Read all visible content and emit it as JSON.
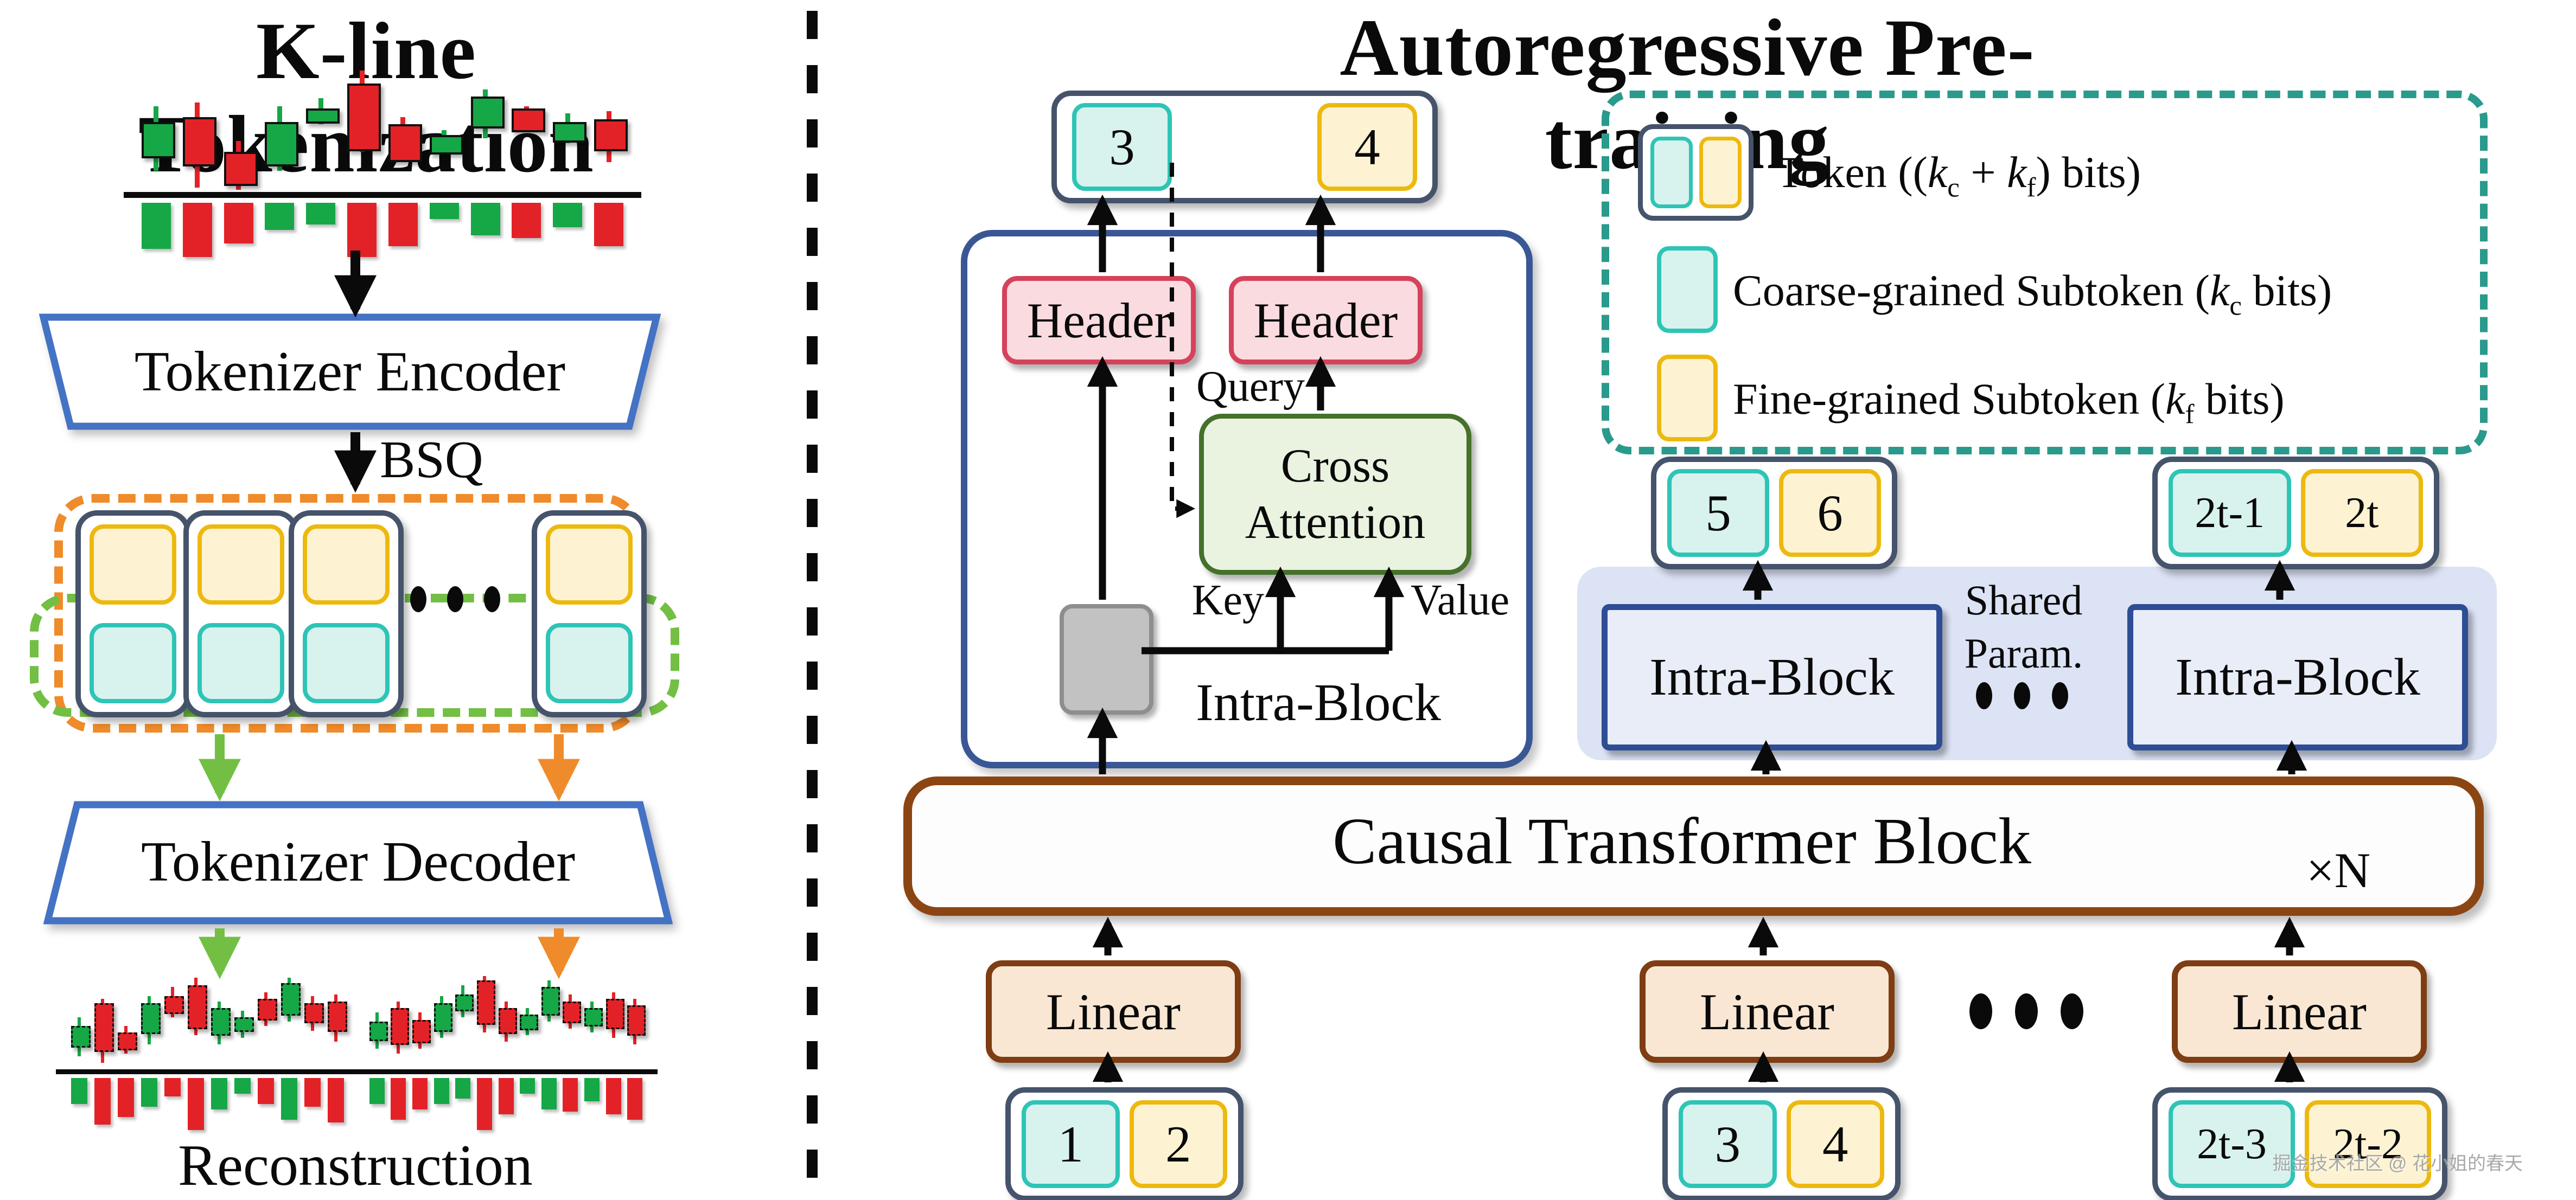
{
  "left_panel": {
    "title": "K-line Tokenization",
    "encoder_label": "Tokenizer Encoder",
    "bsq_label": "BSQ",
    "decoder_label": "Tokenizer Decoder",
    "reconstruction_label": "Reconstruction"
  },
  "right_panel": {
    "title": "Autoregressive Pre-training",
    "output_token": {
      "coarse": "3",
      "fine": "4"
    },
    "header_left_label": "Header",
    "header_right_label": "Header",
    "cross_attention_label": "Cross Attention",
    "query_label": "Query",
    "key_label": "Key",
    "value_label": "Value",
    "intra_block_label": "Intra-Block",
    "shared_param_line1": "Shared",
    "shared_param_line2": "Param.",
    "intra_block_left_label": "Intra-Block",
    "intra_block_right_label": "Intra-Block",
    "causal_block_label": "Causal Transformer Block",
    "repeat_label": "×N",
    "linear_labels": [
      "Linear",
      "Linear",
      "Linear"
    ],
    "mid_tokens": [
      {
        "coarse": "5",
        "fine": "6"
      },
      {
        "coarse": "2t-1",
        "fine": "2t"
      }
    ],
    "input_tokens": [
      {
        "coarse": "1",
        "fine": "2"
      },
      {
        "coarse": "3",
        "fine": "4"
      },
      {
        "coarse": "2t-3",
        "fine": "2t-2"
      }
    ],
    "legend": {
      "token_row": {
        "pre": "Token ((",
        "k1": "k",
        "sub1": "c",
        "mid": " + ",
        "k2": "k",
        "sub2": "f",
        "post": ") bits)"
      },
      "coarse_row": {
        "pre": "Coarse-grained Subtoken (",
        "k": "k",
        "sub": "c",
        "post": " bits)"
      },
      "fine_row": {
        "pre": "Fine-grained Subtoken (",
        "k": "k",
        "sub": "f",
        "post": " bits)"
      }
    }
  },
  "watermark": "掘金技术社区 @ 花小姐的春天",
  "colors": {
    "navy": "#45536B",
    "teal_border": "#2EC4B6",
    "teal_fill": "#D8F2EE",
    "gold_border": "#EDB90F",
    "gold_fill": "#FDF3D3",
    "pink_border": "#D6415B",
    "pink_fill": "#FADBDF",
    "green_border": "#45712B",
    "green_fill": "#E9F3E0",
    "gray_fill": "#C2C2C2",
    "blue_trapezoid": "#4472C4",
    "blue_container": "#3A5795",
    "band_lavender": "#DCE3F5",
    "brown": "#8B4513",
    "linear_fill": "#FAE7D3",
    "legend_teal": "#2A9A8C",
    "orange_dash": "#EF8B2A",
    "green_dash": "#72BF44",
    "candle_up": "#16A746",
    "candle_down": "#E32227"
  },
  "chart_data": [
    {
      "type": "candlestick",
      "name": "kline-input",
      "grid": false,
      "candles": [
        {
          "dir": "up",
          "wick": [
            0.3,
            0.84
          ],
          "body": [
            0.43,
            0.7
          ],
          "vol": 0.85
        },
        {
          "dir": "down",
          "wick": [
            0.27,
            0.98
          ],
          "body": [
            0.39,
            0.77
          ],
          "vol": 1.0
        },
        {
          "dir": "down",
          "wick": [
            0.59,
            1.0
          ],
          "body": [
            0.68,
            0.93
          ],
          "vol": 0.75
        },
        {
          "dir": "up",
          "wick": [
            0.3,
            0.84
          ],
          "body": [
            0.43,
            0.77
          ],
          "vol": 0.5
        },
        {
          "dir": "up",
          "wick": [
            0.23,
            0.45
          ],
          "body": [
            0.32,
            0.41
          ],
          "vol": 0.4
        },
        {
          "dir": "down",
          "wick": [
            0.0,
            0.68
          ],
          "body": [
            0.11,
            0.64
          ],
          "vol": 1.0
        },
        {
          "dir": "down",
          "wick": [
            0.39,
            0.77
          ],
          "body": [
            0.45,
            0.73
          ],
          "vol": 0.8
        },
        {
          "dir": "up",
          "wick": [
            0.5,
            0.7
          ],
          "body": [
            0.54,
            0.67
          ],
          "vol": 0.3
        },
        {
          "dir": "up",
          "wick": [
            0.16,
            0.57
          ],
          "body": [
            0.22,
            0.45
          ],
          "vol": 0.6
        },
        {
          "dir": "down",
          "wick": [
            0.3,
            0.52
          ],
          "body": [
            0.32,
            0.48
          ],
          "vol": 0.65
        },
        {
          "dir": "up",
          "wick": [
            0.36,
            0.61
          ],
          "body": [
            0.43,
            0.57
          ],
          "vol": 0.45
        },
        {
          "dir": "down",
          "wick": [
            0.34,
            0.77
          ],
          "body": [
            0.41,
            0.64
          ],
          "vol": 0.8
        }
      ]
    },
    {
      "type": "candlestick",
      "name": "kline-reconstruction-left",
      "grid": false,
      "candles": [
        {
          "dir": "up",
          "wick": [
            0.45,
            0.88
          ],
          "body": [
            0.55,
            0.75
          ],
          "vol": 0.5
        },
        {
          "dir": "down",
          "wick": [
            0.25,
            0.95
          ],
          "body": [
            0.3,
            0.8
          ],
          "vol": 0.9
        },
        {
          "dir": "down",
          "wick": [
            0.55,
            0.85
          ],
          "body": [
            0.62,
            0.78
          ],
          "vol": 0.75
        },
        {
          "dir": "up",
          "wick": [
            0.22,
            0.75
          ],
          "body": [
            0.3,
            0.6
          ],
          "vol": 0.55
        },
        {
          "dir": "down",
          "wick": [
            0.12,
            0.45
          ],
          "body": [
            0.22,
            0.38
          ],
          "vol": 0.35
        },
        {
          "dir": "down",
          "wick": [
            0.02,
            0.65
          ],
          "body": [
            0.1,
            0.55
          ],
          "vol": 1.0
        },
        {
          "dir": "up",
          "wick": [
            0.28,
            0.75
          ],
          "body": [
            0.35,
            0.62
          ],
          "vol": 0.6
        },
        {
          "dir": "up",
          "wick": [
            0.38,
            0.68
          ],
          "body": [
            0.45,
            0.58
          ],
          "vol": 0.3
        },
        {
          "dir": "down",
          "wick": [
            0.18,
            0.55
          ],
          "body": [
            0.25,
            0.45
          ],
          "vol": 0.5
        },
        {
          "dir": "up",
          "wick": [
            0.02,
            0.5
          ],
          "body": [
            0.08,
            0.4
          ],
          "vol": 0.8
        },
        {
          "dir": "down",
          "wick": [
            0.22,
            0.6
          ],
          "body": [
            0.3,
            0.48
          ],
          "vol": 0.55
        },
        {
          "dir": "down",
          "wick": [
            0.2,
            0.72
          ],
          "body": [
            0.28,
            0.58
          ],
          "vol": 0.85
        }
      ]
    },
    {
      "type": "candlestick",
      "name": "kline-reconstruction-right",
      "grid": false,
      "candles": [
        {
          "dir": "up",
          "wick": [
            0.4,
            0.8
          ],
          "body": [
            0.5,
            0.68
          ],
          "vol": 0.5
        },
        {
          "dir": "down",
          "wick": [
            0.28,
            0.85
          ],
          "body": [
            0.35,
            0.72
          ],
          "vol": 0.8
        },
        {
          "dir": "down",
          "wick": [
            0.4,
            0.8
          ],
          "body": [
            0.48,
            0.7
          ],
          "vol": 0.6
        },
        {
          "dir": "up",
          "wick": [
            0.22,
            0.68
          ],
          "body": [
            0.3,
            0.58
          ],
          "vol": 0.5
        },
        {
          "dir": "up",
          "wick": [
            0.1,
            0.45
          ],
          "body": [
            0.2,
            0.35
          ],
          "vol": 0.4
        },
        {
          "dir": "down",
          "wick": [
            0.0,
            0.62
          ],
          "body": [
            0.05,
            0.5
          ],
          "vol": 1.0
        },
        {
          "dir": "down",
          "wick": [
            0.28,
            0.72
          ],
          "body": [
            0.35,
            0.6
          ],
          "vol": 0.7
        },
        {
          "dir": "up",
          "wick": [
            0.35,
            0.65
          ],
          "body": [
            0.42,
            0.56
          ],
          "vol": 0.3
        },
        {
          "dir": "up",
          "wick": [
            0.05,
            0.5
          ],
          "body": [
            0.12,
            0.4
          ],
          "vol": 0.6
        },
        {
          "dir": "down",
          "wick": [
            0.2,
            0.58
          ],
          "body": [
            0.28,
            0.48
          ],
          "vol": 0.65
        },
        {
          "dir": "up",
          "wick": [
            0.28,
            0.62
          ],
          "body": [
            0.35,
            0.52
          ],
          "vol": 0.45
        },
        {
          "dir": "down",
          "wick": [
            0.18,
            0.68
          ],
          "body": [
            0.25,
            0.55
          ],
          "vol": 0.7
        },
        {
          "dir": "down",
          "wick": [
            0.25,
            0.75
          ],
          "body": [
            0.32,
            0.62
          ],
          "vol": 0.8
        }
      ]
    }
  ]
}
